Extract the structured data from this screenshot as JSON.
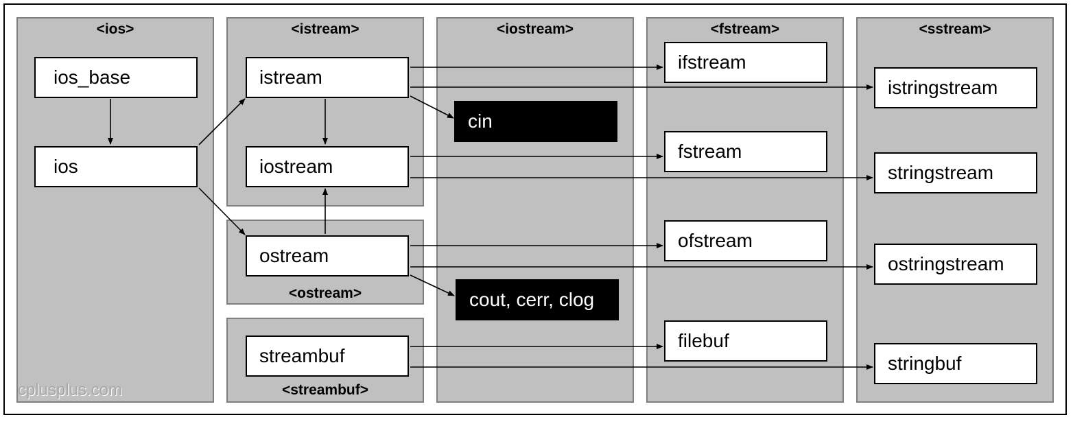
{
  "headers": {
    "ios": "<ios>",
    "istream": "<istream>",
    "ostream": "<ostream>",
    "streambuf": "<streambuf>",
    "iostream": "<iostream>",
    "fstream": "<fstream>",
    "sstream": "<sstream>"
  },
  "nodes": {
    "ios_base": "ios_base",
    "ios": "ios",
    "istream": "istream",
    "iostream": "iostream",
    "ostream": "ostream",
    "streambuf": "streambuf",
    "cin": "cin",
    "cout": "cout, cerr, clog",
    "ifstream": "ifstream",
    "fstream": "fstream",
    "ofstream": "ofstream",
    "filebuf": "filebuf",
    "istringstream": "istringstream",
    "stringstream": "stringstream",
    "ostringstream": "ostringstream",
    "stringbuf": "stringbuf"
  },
  "watermark": "cplusplus.com",
  "edges": [
    [
      "ios_base",
      "ios"
    ],
    [
      "ios",
      "istream"
    ],
    [
      "ios",
      "ostream"
    ],
    [
      "istream",
      "iostream"
    ],
    [
      "ostream",
      "iostream"
    ],
    [
      "istream",
      "cin"
    ],
    [
      "ostream",
      "cout"
    ],
    [
      "istream",
      "ifstream"
    ],
    [
      "istream",
      "istringstream"
    ],
    [
      "iostream",
      "fstream"
    ],
    [
      "iostream",
      "stringstream"
    ],
    [
      "ostream",
      "ofstream"
    ],
    [
      "ostream",
      "ostringstream"
    ],
    [
      "streambuf",
      "filebuf"
    ],
    [
      "streambuf",
      "stringbuf"
    ]
  ],
  "colors": {
    "panel": "#c0c0c0",
    "panel_border": "#7f7f7f",
    "node": "#ffffff",
    "object_node": "#000000"
  }
}
